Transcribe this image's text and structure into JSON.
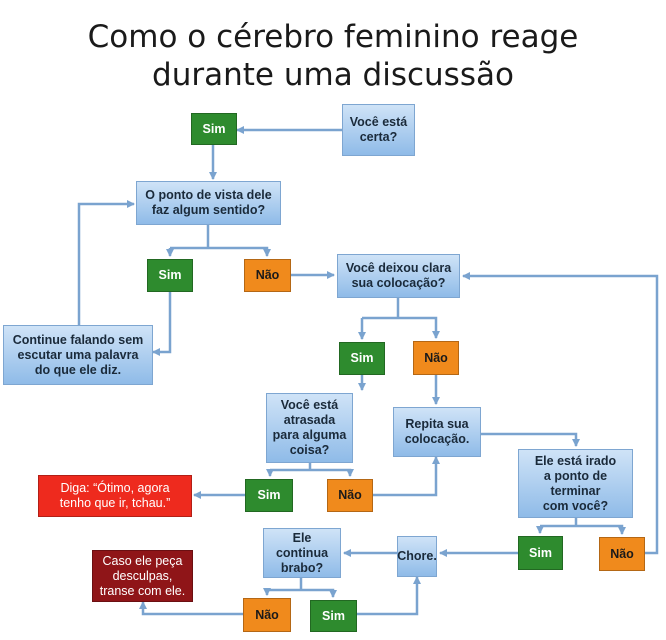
{
  "title": {
    "line1": "Como o cérebro feminino  reage",
    "line2": "durante uma discussão"
  },
  "colors": {
    "question": "#a9cdf0",
    "yes": "#2e8b2e",
    "no": "#f08a1c",
    "outcome_red": "#ee2a1e",
    "outcome_darkred": "#8f1518",
    "connector": "#7aa3cf"
  },
  "nodes": {
    "voce_esta_certa": "Você está\ncerta?",
    "sim_top": "Sim",
    "ponto_de_vista": "O ponto de vista dele\nfaz algum sentido?",
    "sim_2": "Sim",
    "nao_2": "Não",
    "continue_falando": "Continue falando sem\nescutar uma palavra\ndo que ele diz.",
    "deixou_clara": "Você deixou clara\nsua colocação?",
    "sim_3": "Sim",
    "nao_3": "Não",
    "atrasada": "Você está\natrasada\npara alguma\ncoisa?",
    "repita": "Repita sua\ncolocação.",
    "sim_4": "Sim",
    "nao_4": "Não",
    "diga_otimo": "Diga: “Ótimo, agora\ntenho que ir, tchau.”",
    "irado": "Ele está irado\na ponto de\nterminar\ncom você?",
    "sim_5": "Sim",
    "nao_5": "Não",
    "chore": "Chore.",
    "continua_brabo": "Ele\ncontinua\nbrabo?",
    "caso_peca": "Caso ele peça\ndesculpas,\ntranse com ele.",
    "nao_6": "Não",
    "sim_6": "Sim"
  }
}
